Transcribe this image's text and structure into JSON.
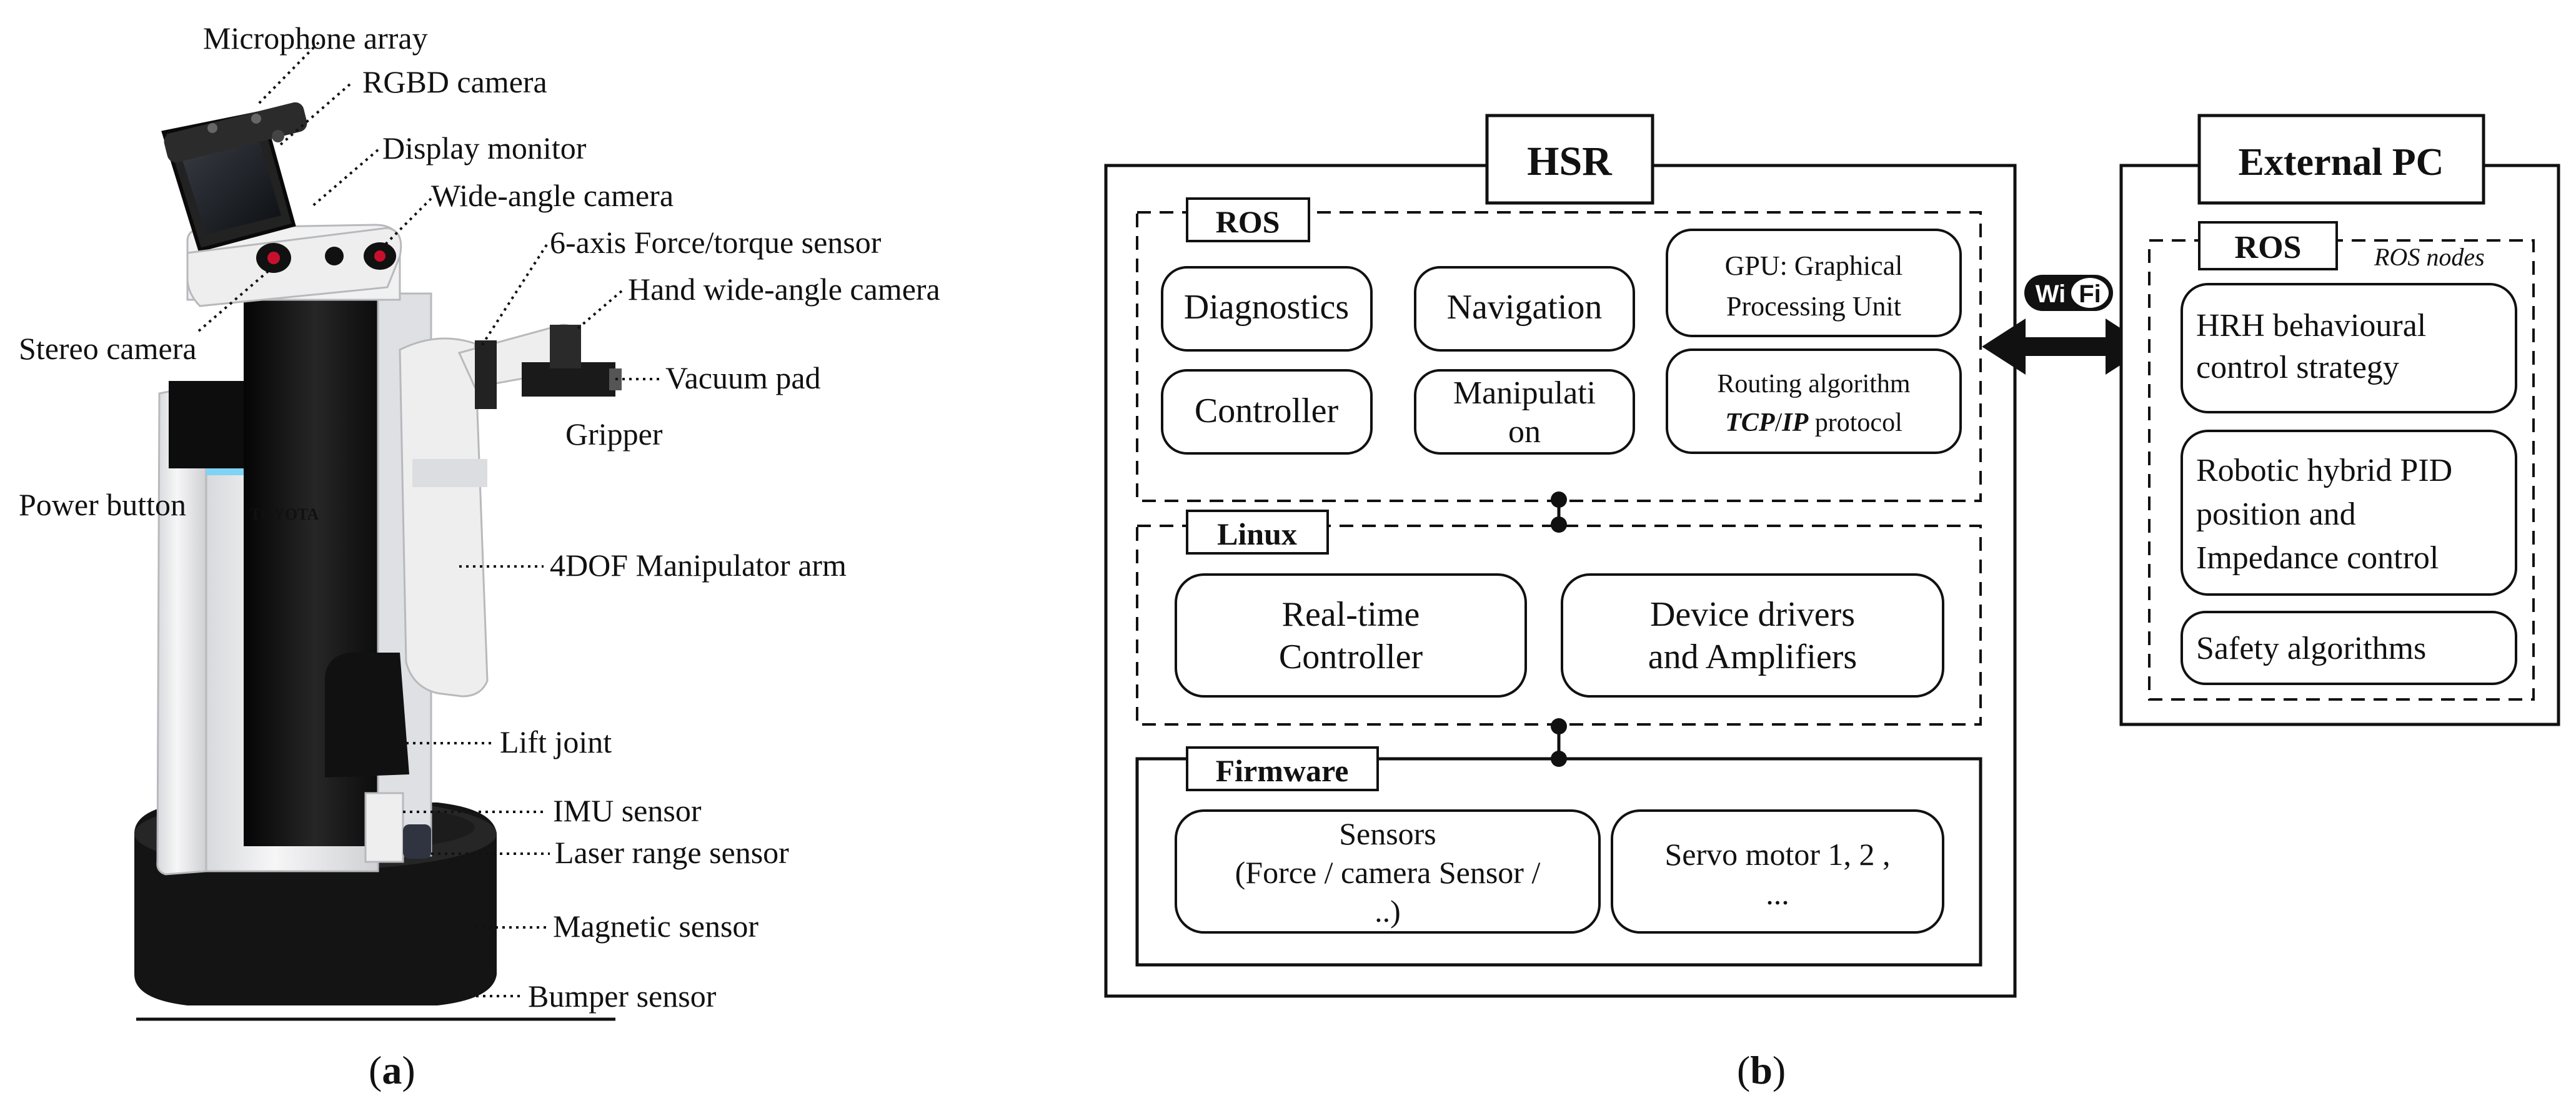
{
  "panel_a": {
    "labels": {
      "microphone_array": "Microphone array",
      "rgbd_camera": "RGBD camera",
      "display_monitor": "Display monitor",
      "wide_angle_camera": "Wide-angle camera",
      "force_torque_sensor": "6-axis Force/torque sensor",
      "hand_camera": "Hand wide-angle camera",
      "stereo_camera": "Stereo camera",
      "vacuum_pad": "Vacuum pad",
      "gripper": "Gripper",
      "power_button": "Power button",
      "manipulator_arm": "4DOF Manipulator arm",
      "lift_joint": "Lift joint",
      "imu_sensor": "IMU sensor",
      "laser_range_sensor": "Laser range sensor",
      "magnetic_sensor": "Magnetic sensor",
      "bumper_sensor": "Bumper sensor",
      "brand": "TOYOTA"
    },
    "caption_open": "(",
    "caption_letter": "a",
    "caption_close": ")"
  },
  "panel_b": {
    "hsr_title": "HSR",
    "external_title": "External PC",
    "ros": {
      "label": "ROS",
      "diagnostics": "Diagnostics",
      "navigation": "Navigation",
      "gpu_line1": "GPU: Graphical",
      "gpu_line2": "Processing Unit",
      "controller": "Controller",
      "manipulation_line1": "Manipulati",
      "manipulation_line2": "on",
      "routing_line1": "Routing algorithm",
      "routing_tcp": "TCP",
      "routing_slash": "/",
      "routing_ip": "IP",
      "routing_protocol": " protocol"
    },
    "linux": {
      "label": "Linux",
      "rt_line1": "Real-time",
      "rt_line2": "Controller",
      "dd_line1": "Device drivers",
      "dd_line2": "and Amplifiers"
    },
    "firmware": {
      "label": "Firmware",
      "sensors_line1": "Sensors",
      "sensors_line2": "(Force / camera Sensor /",
      "sensors_line3": "..)",
      "servo_line1": "Servo motor 1, 2 ,",
      "servo_line2": "..."
    },
    "external_ros": {
      "label": "ROS",
      "nodes_label": "ROS nodes",
      "hrh_line1": "HRH behavioural",
      "hrh_line2": "control strategy",
      "pid_line1": "Robotic hybrid PID",
      "pid_line2": "position and",
      "pid_line3": "Impedance control",
      "safety": "Safety algorithms"
    },
    "wifi_wi": "Wi",
    "wifi_fi": "Fi",
    "caption_open": "(",
    "caption_letter": "b",
    "caption_close": ")"
  },
  "colors": {
    "ink": "#111111",
    "robot_white": "#ecedef",
    "robot_black": "#151515",
    "brand_red": "#c8102e",
    "glow_blue": "#7fd3f5"
  }
}
